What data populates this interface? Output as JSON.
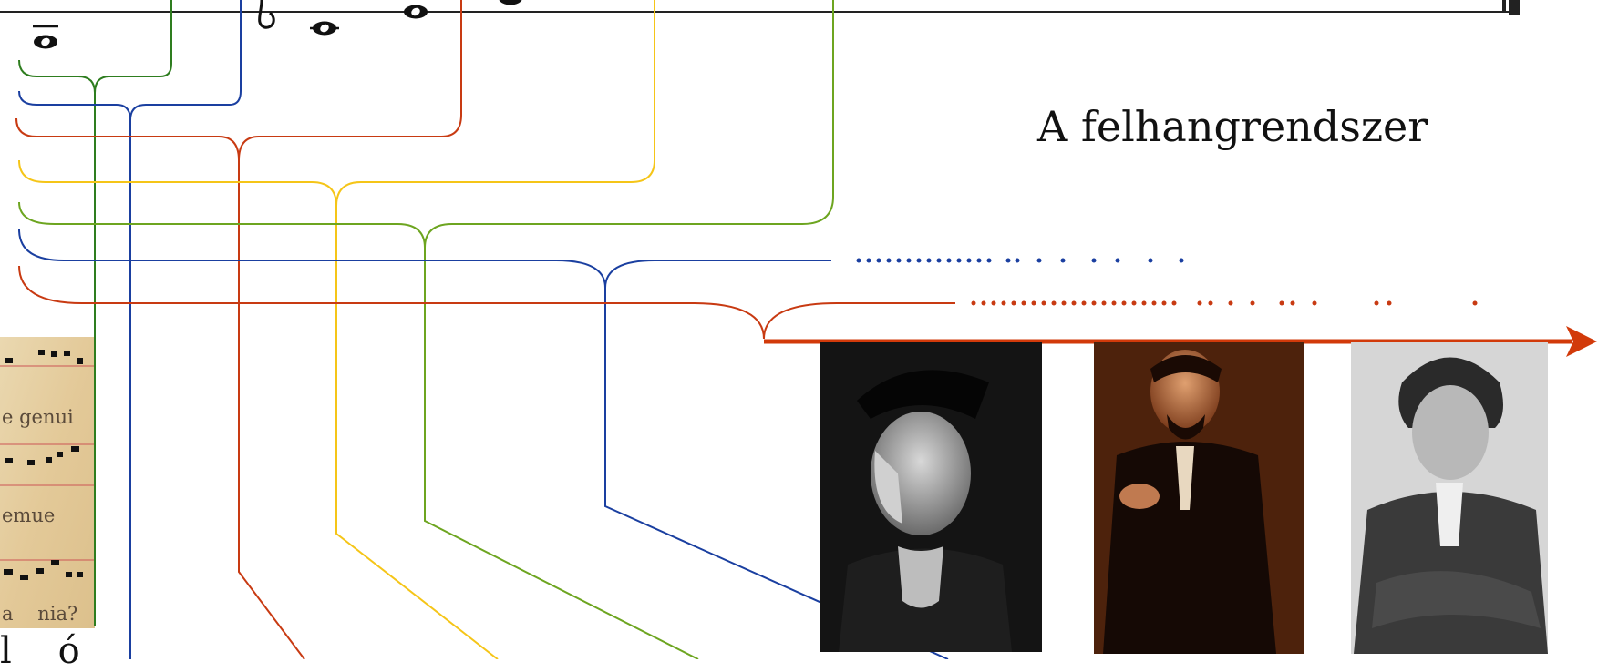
{
  "title": "A felhangrendszer",
  "chant_fragment": {
    "lines": [
      "e genui",
      "emue",
      "a    nia?"
    ]
  },
  "bottom_text_fragment": "l    ó",
  "colors": {
    "dark_green": "#2e7d1f",
    "blue": "#1a3fa0",
    "red": "#c83a12",
    "yellow": "#f5c518",
    "olive": "#6da520",
    "arrow": "#d23a0a",
    "staff": "#222222"
  },
  "portraits": [
    {
      "icon": "wagner-portrait-icon"
    },
    {
      "icon": "debussy-portrait-icon"
    },
    {
      "icon": "strauss-portrait-icon"
    }
  ]
}
